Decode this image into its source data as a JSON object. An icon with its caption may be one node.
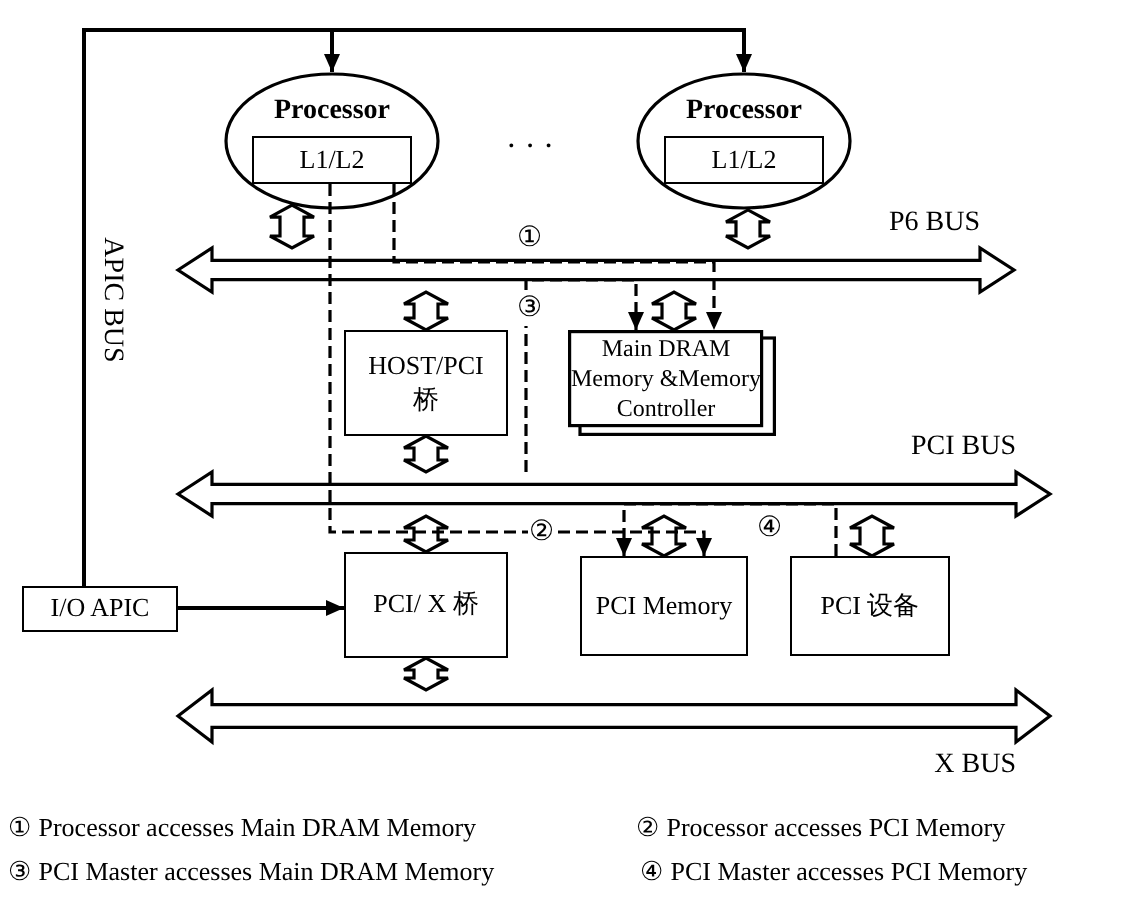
{
  "diagram": {
    "nodes": [
      {
        "text": [
          "Processor"
        ]
      },
      {
        "text": [
          "L1/L2"
        ],
        "in": 0
      },
      {
        "text": [
          "Processor"
        ]
      },
      {
        "text": [
          "L1/L2"
        ],
        "in": 2
      },
      {
        "text": [
          "P6 BUS"
        ]
      },
      {
        "text": [
          "HOST/PCI 桥"
        ]
      },
      {
        "text": [
          "Main DRAM Memory &Memory Controller"
        ]
      },
      {
        "text": [
          "PCI BUS"
        ]
      },
      {
        "text": [
          "I/O APIC"
        ]
      },
      {
        "text": [
          "PCI/ X 桥"
        ]
      },
      {
        "text": [
          "PCI Memory"
        ]
      },
      {
        "text": [
          "PCI 设备"
        ]
      },
      {
        "text": [
          "X BUS"
        ]
      }
    ],
    "edges": [
      {
        "from": 8,
        "to": 0,
        "arrow": "to",
        "label": "APIC BUS"
      },
      {
        "from": 8,
        "to": 2,
        "arrow": "to"
      },
      {
        "from": 8,
        "to": 9,
        "arrow": "to"
      },
      {
        "from": 0,
        "to": 4,
        "arrow": "both",
        "style": "thick"
      },
      {
        "from": 2,
        "to": 4,
        "arrow": "both",
        "style": "thick"
      },
      {
        "from": 4,
        "to": 5,
        "arrow": "both",
        "style": "thick"
      },
      {
        "from": 4,
        "to": 6,
        "arrow": "both",
        "style": "thick"
      },
      {
        "from": 5,
        "to": 7,
        "arrow": "both",
        "style": "thick"
      },
      {
        "from": 7,
        "to": 9,
        "arrow": "both",
        "style": "thick"
      },
      {
        "from": 7,
        "to": 10,
        "arrow": "both",
        "style": "thick"
      },
      {
        "from": 7,
        "to": 11,
        "arrow": "both",
        "style": "thick"
      },
      {
        "from": 9,
        "to": 12,
        "arrow": "both",
        "style": "thick"
      },
      {
        "from": 1,
        "to": 6,
        "arrow": "to",
        "style": "dashed",
        "label": "①"
      },
      {
        "from": 7,
        "to": 6,
        "arrow": "to",
        "style": "dashed",
        "label": "③"
      },
      {
        "from": 1,
        "to": 10,
        "arrow": "to",
        "style": "dashed",
        "label": "②"
      },
      {
        "from": 11,
        "to": 10,
        "arrow": "to",
        "style": "dashed",
        "label": "④"
      }
    ],
    "labels": [
      "· · ·",
      "① Processor accesses Main DRAM Memory",
      "② Processor accesses PCI Memory",
      "③ PCI Master accesses Main DRAM Memory",
      "④ PCI Master accesses PCI Memory"
    ]
  }
}
